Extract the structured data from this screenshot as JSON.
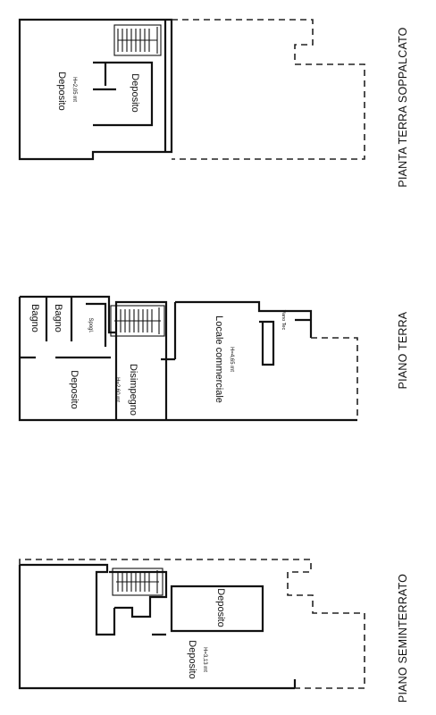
{
  "floors": {
    "soppalcato": {
      "title": "PIANTA TERRA SOPPALCATO",
      "deposito_main": "Deposito",
      "deposito_main_h": "H=2,05 mt",
      "deposito_small": "Deposito"
    },
    "terra": {
      "title": "PIANO TERRA",
      "bagno_1": "Bagno",
      "bagno_2": "Bagno",
      "spogl": "Spogl.",
      "deposito": "Deposito",
      "disimpegno": "Disimpegno",
      "disimpegno_h": "H=2,60 mt",
      "locale": "Locale commerciale",
      "locale_h": "H=4,65 mt",
      "vano": "Vano Tec"
    },
    "seminterrato": {
      "title": "PIANO SEMINTERRATO",
      "deposito_main": "Deposito",
      "deposito_main_h": "H=3,13 mt",
      "deposito_small": "Deposito"
    }
  }
}
